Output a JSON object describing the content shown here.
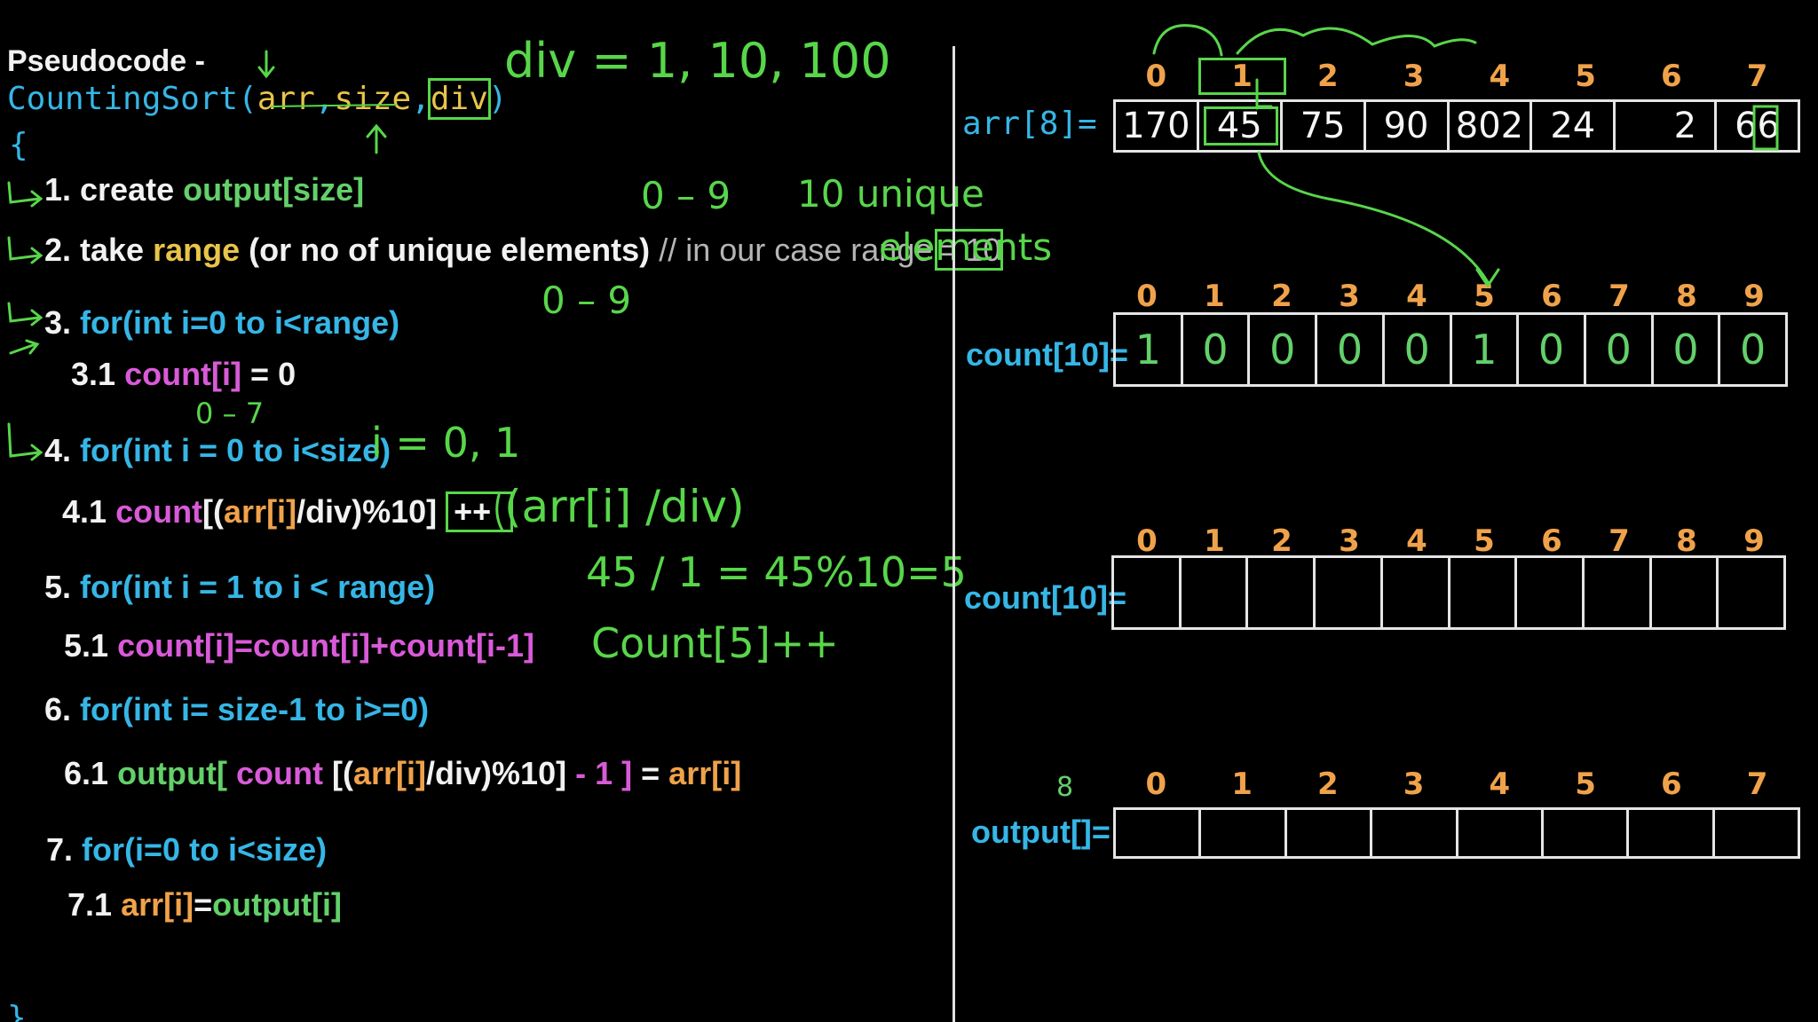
{
  "pseudocode": {
    "title": "Pseudocode -",
    "signature": {
      "name": "CountingSort(",
      "arg1": "arr",
      "sep1": ",",
      "arg2": "size",
      "sep2": ",",
      "arg3": "div",
      "close": ")"
    },
    "open_brace": "{",
    "close_brace": "}",
    "step1": {
      "num": "1. create",
      "ident": "output[size]"
    },
    "step2": {
      "num": "2. take",
      "ident": "range",
      "rest": "(or no of unique elements)",
      "comment": "// in our case range",
      "value": "= 10"
    },
    "step3": {
      "num": "3.",
      "code": "for(int i=0 to i<range)"
    },
    "step31": {
      "num": "3.1",
      "ident": "count[i]",
      "rest": "= 0"
    },
    "step4": {
      "num": "4.",
      "code": "for(int i = 0 to i<size)"
    },
    "step41": {
      "num": "4.1",
      "ident": "count",
      "a": "[(",
      "b": "arr[i]",
      "c": "/div)%10]",
      "d": "++"
    },
    "step5": {
      "num": "5.",
      "code": "for(int i = 1 to i < range)"
    },
    "step51": {
      "num": "5.1",
      "code": "count[i]=count[i]+count[i-1]"
    },
    "step6": {
      "num": "6.",
      "code": "for(int i= size-1 to i>=0)"
    },
    "step61": {
      "num": "6.1",
      "a": "output[",
      "b": "count",
      "c": "[(",
      "d": "arr[i]",
      "e": "/div)%10]",
      "f": "- 1 ]",
      "g": "=",
      "h": "arr[i]"
    },
    "step7": {
      "num": "7.",
      "code": "for(i=0 to i<size)"
    },
    "step71": {
      "num": "7.1",
      "a": "arr[i]",
      "b": "=",
      "c": "output[i]"
    }
  },
  "annotations": {
    "div_values": "div = 1, 10, 100",
    "range_0_9_a": "0 – 9",
    "unique_note": "10 unique",
    "elements_note": "elements",
    "range_0_9_b": "0 – 9",
    "range_0_7": "0 – 7",
    "i_values": "i = 0, 1",
    "arr_div": "(arr[i] /div)",
    "calc": "45 / 1 = 45%10=5",
    "count_inc": "Count[5]++",
    "output_size": "8"
  },
  "arrays": {
    "arr": {
      "label": "arr[8]=",
      "indices": [
        "0",
        "1",
        "2",
        "3",
        "4",
        "5",
        "6",
        "7"
      ],
      "values": [
        "170",
        "45",
        "75",
        "90",
        "802",
        "24",
        "2",
        "66"
      ]
    },
    "count1": {
      "label": "count[10]=",
      "indices": [
        "0",
        "1",
        "2",
        "3",
        "4",
        "5",
        "6",
        "7",
        "8",
        "9"
      ],
      "values": [
        "1",
        "0",
        "0",
        "0",
        "0",
        "1",
        "0",
        "0",
        "0",
        "0"
      ]
    },
    "count2": {
      "label": "count[10]=",
      "indices": [
        "0",
        "1",
        "2",
        "3",
        "4",
        "5",
        "6",
        "7",
        "8",
        "9"
      ],
      "values": [
        "",
        "",
        "",
        "",
        "",
        "",
        "",
        "",
        "",
        ""
      ]
    },
    "output": {
      "label": "output[]=",
      "indices": [
        "0",
        "1",
        "2",
        "3",
        "4",
        "5",
        "6",
        "7"
      ],
      "values": [
        "",
        "",
        "",
        "",
        "",
        "",
        "",
        ""
      ]
    }
  },
  "colors": {
    "background": "#000000",
    "text": "#f2f2f2",
    "keyword_green": "#63d06a",
    "keyword_blue": "#36b6e6",
    "keyword_yellow": "#e8c44a",
    "keyword_pink": "#d95ad8",
    "index_orange": "#f0a24a",
    "handwriting": "#58d64a"
  }
}
